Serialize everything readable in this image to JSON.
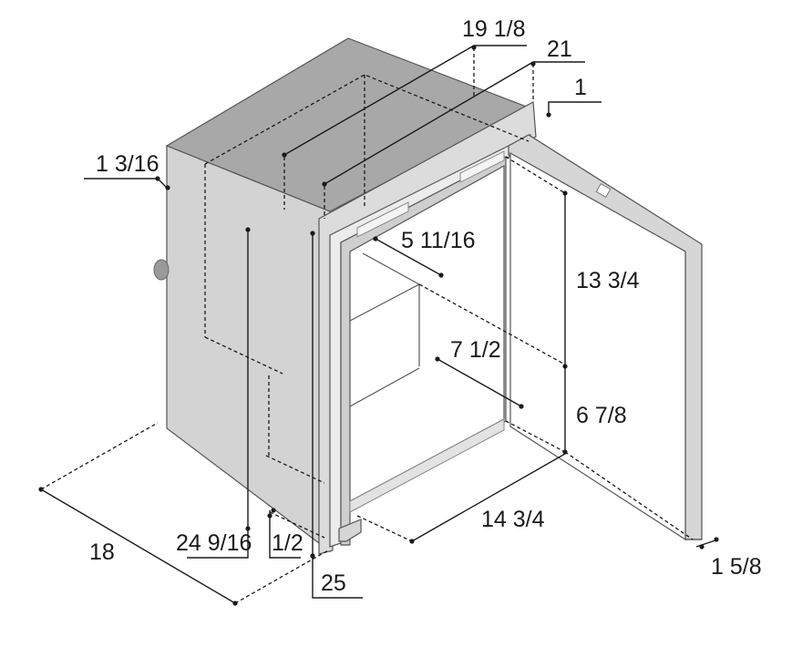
{
  "dimensions": {
    "top_depth_inner": "19 1/8",
    "top_depth_outer": "21",
    "flange_depth": "1",
    "side_offset": "1 3/16",
    "inner_shelf_depth": "5 11/16",
    "upper_height": "13 3/4",
    "lower_shelf_depth": "7 1/2",
    "lower_height": "6 7/8",
    "inner_width": "14 3/4",
    "door_thickness": "1 5/8",
    "depth": "18",
    "cabinet_height": "24 9/16",
    "base_offset": "1/2",
    "overall_height": "25"
  },
  "colors": {
    "top_face": "#a8a8a8",
    "side_face": "#d2d2d2",
    "front_frame": "#e0e0e0",
    "interior": "#ffffff",
    "lines": "#1a1a1a"
  }
}
